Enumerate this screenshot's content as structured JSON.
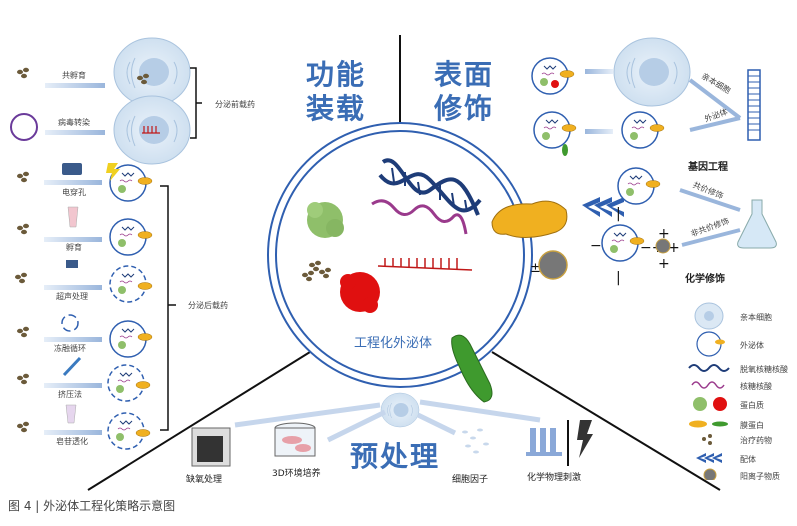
{
  "quadrants": {
    "functional_loading": "功能\n装载",
    "functional_loading_line1": "功能",
    "functional_loading_line2": "装载",
    "surface_modification_line1": "表面",
    "surface_modification_line2": "修饰",
    "pretreatment": "预处理",
    "center_label": "工程化外泌体"
  },
  "pre_secretion": {
    "group_label": "分泌前载药",
    "methods": [
      "共孵育",
      "病毒转染"
    ]
  },
  "post_secretion": {
    "group_label": "分泌后载药",
    "methods": [
      "电穿孔",
      "孵育",
      "超声处理",
      "冻融循环",
      "挤压法",
      "皂苷透化"
    ]
  },
  "genetic_engineering": {
    "group_label": "基因工程",
    "arrows": [
      "亲本细胞",
      "外泌体"
    ]
  },
  "chemical_modification": {
    "group_label": "化学修饰",
    "arrows": [
      "共价修饰",
      "非共价修饰"
    ]
  },
  "pretreatment_items": [
    "缺氧处理",
    "3D环境培养",
    "细胞因子",
    "化学物理刺激"
  ],
  "legend": [
    {
      "icon": "parent-cell-icon",
      "label": "亲本细胞"
    },
    {
      "icon": "exosome-icon",
      "label": "外泌体"
    },
    {
      "icon": "dna-icon",
      "label": "脱氧核糖核酸"
    },
    {
      "icon": "rna-icon",
      "label": "核糖核酸"
    },
    {
      "icon": "protein-icon",
      "label": "蛋白质"
    },
    {
      "icon": "membrane-protein-icon",
      "label": "膜蛋白"
    },
    {
      "icon": "drug-icon",
      "label": "治疗药物"
    },
    {
      "icon": "ligand-icon",
      "label": "配体"
    },
    {
      "icon": "cation-icon",
      "label": "阳离子物质"
    }
  ],
  "caption": "图 4 | 外泌体工程化策略示意图",
  "colors": {
    "accent_blue": "#3a6db5",
    "cell_fill": "#dbe8f4",
    "drug": "#6b5a3a",
    "protein_green": "#8fbf6a",
    "protein_red": "#e01010",
    "membrane_orange": "#f0b020",
    "membrane_green": "#3f9a2e",
    "dna": "#1e3c78",
    "rna": "#9a3a8c"
  }
}
